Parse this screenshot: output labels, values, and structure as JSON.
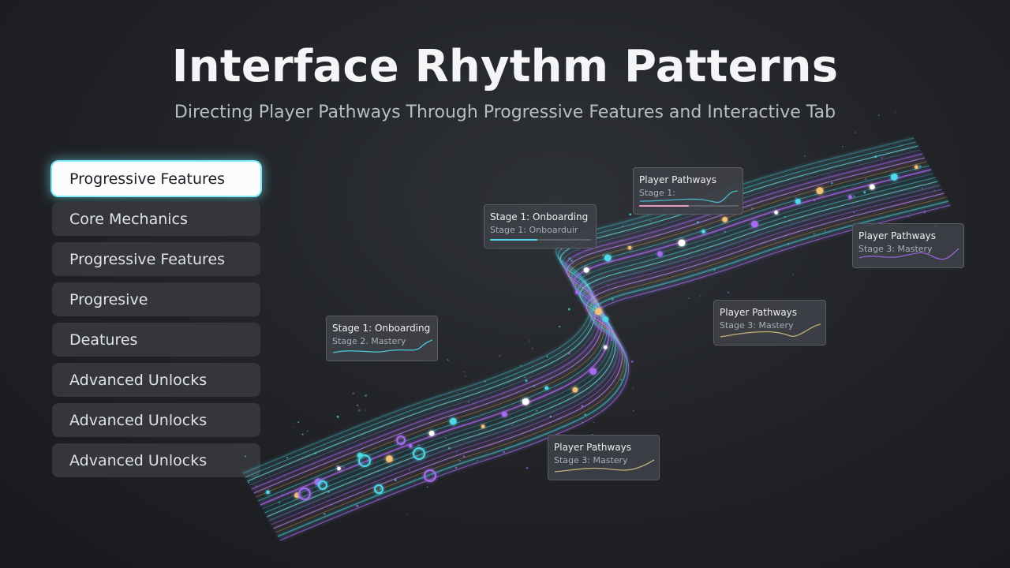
{
  "header": {
    "title": "Interface Rhythm Patterns",
    "subtitle": "Directing Player Pathways Through Progressive Features and Interactive Tab"
  },
  "tabs": [
    {
      "label": "Progressive Features",
      "active": true
    },
    {
      "label": "Core Mechanics"
    },
    {
      "label": "Progressive Features"
    },
    {
      "label": "Progresive"
    },
    {
      "label": "Deatures"
    },
    {
      "label": "Advanced Unlocks"
    },
    {
      "label": "Advanced Unlocks"
    },
    {
      "label": "Advanced Unlocks"
    }
  ],
  "cards": [
    {
      "title": "Stage 1: Onboarding",
      "subtitle": "Stage 2. Mastery",
      "kind": "spark"
    },
    {
      "title": "Stage 1: Onboarding",
      "subtitle": "Stage 1: Onboarduir",
      "kind": "bar",
      "progress": 0.47
    },
    {
      "title": "Player Pathways",
      "subtitle": "Stage 1:",
      "kind": "spark-bar",
      "progress": 0.5
    },
    {
      "title": "Player Pathways",
      "subtitle": "Stage 3: Mastery",
      "kind": "spark"
    },
    {
      "title": "Player Pathways",
      "subtitle": "Stage 3: Mastery",
      "kind": "spark"
    },
    {
      "title": "Player Pathways",
      "subtitle": "Stage 3: Mastery",
      "kind": "spark"
    }
  ],
  "colors": {
    "accent_cyan": "#4fd8e8",
    "accent_purple": "#a56cf0",
    "accent_amber": "#f2c27a",
    "tab_active_glow": "#7fe9f4"
  }
}
